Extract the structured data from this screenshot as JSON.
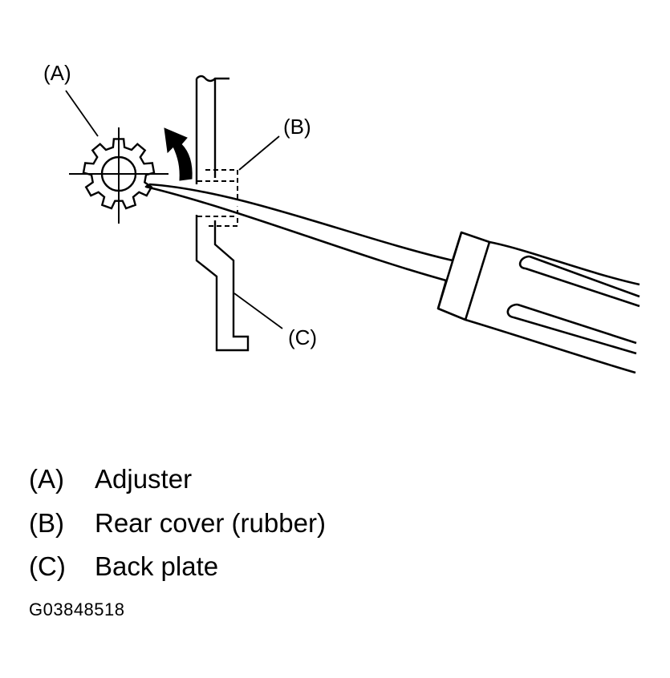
{
  "diagram": {
    "callouts": {
      "a": "(A)",
      "b": "(B)",
      "c": "(C)"
    },
    "icons": [
      "adjuster-gear-icon",
      "rotation-arrow-icon",
      "screwdriver-icon",
      "back-plate-icon",
      "rear-cover-icon"
    ],
    "colors": {
      "ink": "#000000",
      "background": "#ffffff"
    }
  },
  "legend": [
    {
      "key": "(A)",
      "text": "Adjuster"
    },
    {
      "key": "(B)",
      "text": "Rear cover (rubber)"
    },
    {
      "key": "(C)",
      "text": "Back plate"
    }
  ],
  "figure_code": "G03848518"
}
